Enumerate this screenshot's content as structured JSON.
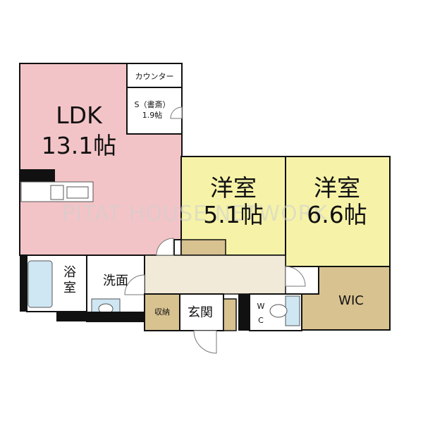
{
  "rooms": {
    "ldk": {
      "name": "LDK",
      "size": "13.1帖"
    },
    "counter": {
      "name": "カウンター"
    },
    "study": {
      "name": "S（書斎）",
      "size": "1.9帖"
    },
    "western1": {
      "name": "洋室",
      "size": "5.1帖"
    },
    "western2": {
      "name": "洋室",
      "size": "6.6帖"
    },
    "bath": {
      "name_line1": "浴",
      "name_line2": "室"
    },
    "washroom": {
      "name": "洗面"
    },
    "storage": {
      "name": "収納"
    },
    "entrance": {
      "name": "玄関"
    },
    "wc": {
      "line1": "W",
      "line2": "C"
    },
    "wic": {
      "name": "WIC"
    }
  },
  "watermark": "PITAT HOUSE NETWORK",
  "colors": {
    "ldk": "#f3c4c7",
    "western": "#f6f3a8",
    "wood": "#d8c290",
    "hall": "#f2ead8",
    "bath": "#cfe6f3",
    "wall": "#111111",
    "white": "#ffffff"
  }
}
